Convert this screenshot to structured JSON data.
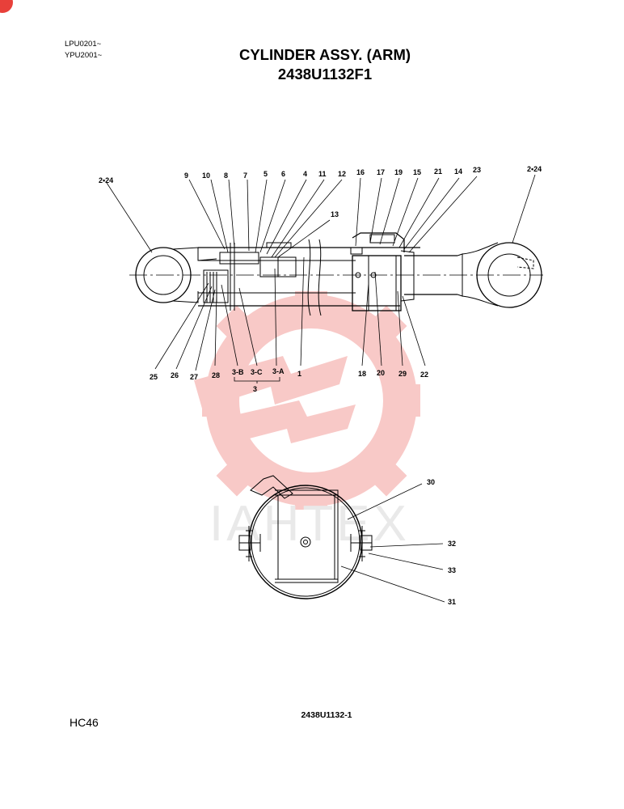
{
  "header": {
    "serial_top": "LPU0201~",
    "serial_bottom": "YPU2001~",
    "title_line1": "CYLINDER ASSY. (ARM)",
    "title_line2": "2438U1132F1"
  },
  "callouts": {
    "c1": "1",
    "c2_24_left": "2•24",
    "c2_24_right": "2•24",
    "c3": "3",
    "c3a": "3-A",
    "c3b": "3-B",
    "c3c": "3-C",
    "c4": "4",
    "c5": "5",
    "c6": "6",
    "c7": "7",
    "c8": "8",
    "c9": "9",
    "c10": "10",
    "c11": "11",
    "c12": "12",
    "c13": "13",
    "c14": "14",
    "c15": "15",
    "c16": "16",
    "c17": "17",
    "c18": "18",
    "c19": "19",
    "c20": "20",
    "c21": "21",
    "c22": "22",
    "c23": "23",
    "c25": "25",
    "c26": "26",
    "c27": "27",
    "c28": "28",
    "c29": "29",
    "c30": "30",
    "c31": "31",
    "c32": "32",
    "c33": "33"
  },
  "watermark": {
    "text": "IAHTEX",
    "color": "#f4a6a6"
  },
  "footer": {
    "drawing_number": "2438U1132-1",
    "page_code": "HC46"
  },
  "colors": {
    "ink": "#000000",
    "badge": "#e8403a"
  }
}
